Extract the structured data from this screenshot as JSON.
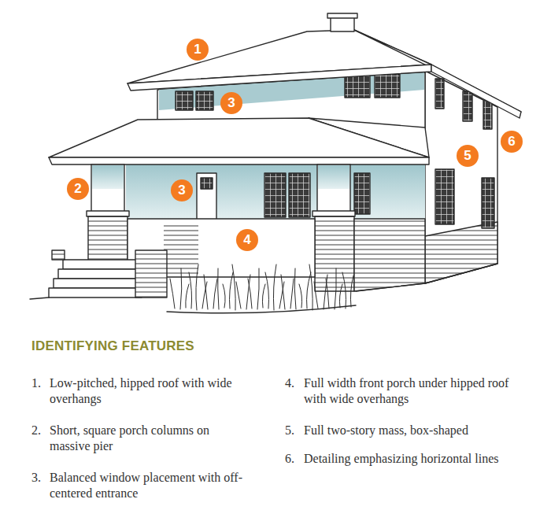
{
  "diagram": {
    "title": "IDENTIFYING FEATURES",
    "nodes": [
      {
        "text": [
          "1"
        ]
      },
      {
        "text": [
          "3"
        ]
      },
      {
        "text": [
          "6"
        ]
      },
      {
        "text": [
          "5"
        ]
      },
      {
        "text": [
          "2"
        ]
      },
      {
        "text": [
          "3"
        ]
      },
      {
        "text": [
          "4"
        ]
      }
    ],
    "labels": [
      "1.",
      "Low-pitched, hipped roof with wide overhangs",
      "2.",
      "Short, square porch columns on massive pier",
      "3.",
      "Balanced window placement with off-centered entrance",
      "4.",
      "Full width front porch under hipped roof with wide overhangs",
      "5.",
      "Full two-story mass, box-shaped",
      "6.",
      "Detailing emphasizing horizontal lines"
    ]
  }
}
